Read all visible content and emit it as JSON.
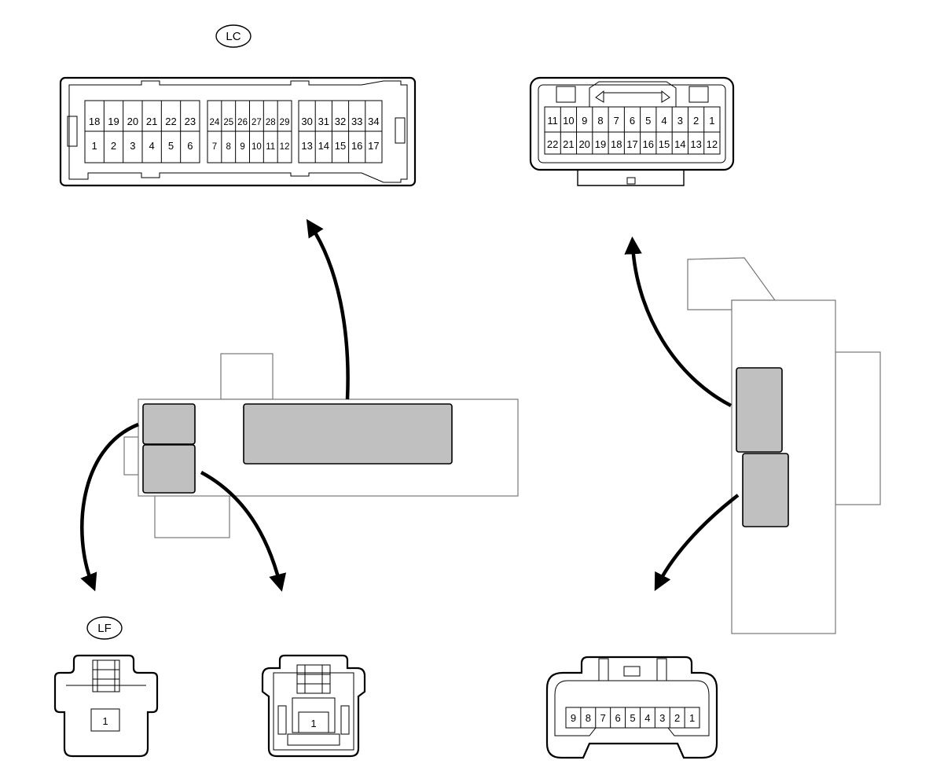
{
  "labels": {
    "lc": "LC",
    "lf": "LF"
  },
  "lc_connector": {
    "top_groups": [
      [
        "18",
        "19",
        "20",
        "21",
        "22",
        "23"
      ],
      [
        "24",
        "25",
        "26",
        "27",
        "28",
        "29"
      ],
      [
        "30",
        "31",
        "32",
        "33",
        "34"
      ]
    ],
    "bottom_groups": [
      [
        "1",
        "2",
        "3",
        "4",
        "5",
        "6"
      ],
      [
        "7",
        "8",
        "9",
        "10",
        "11",
        "12"
      ],
      [
        "13",
        "14",
        "15",
        "16",
        "17"
      ]
    ]
  },
  "right_connector": {
    "top_row": [
      "11",
      "10",
      "9",
      "8",
      "7",
      "6",
      "5",
      "4",
      "3",
      "2",
      "1"
    ],
    "bottom_row": [
      "22",
      "21",
      "20",
      "19",
      "18",
      "17",
      "16",
      "15",
      "14",
      "13",
      "12"
    ]
  },
  "lf_connector": {
    "pin": "1"
  },
  "middle_connector": {
    "pin": "1"
  },
  "bottom_right_connector": {
    "pins": [
      "9",
      "8",
      "7",
      "6",
      "5",
      "4",
      "3",
      "2",
      "1"
    ]
  }
}
